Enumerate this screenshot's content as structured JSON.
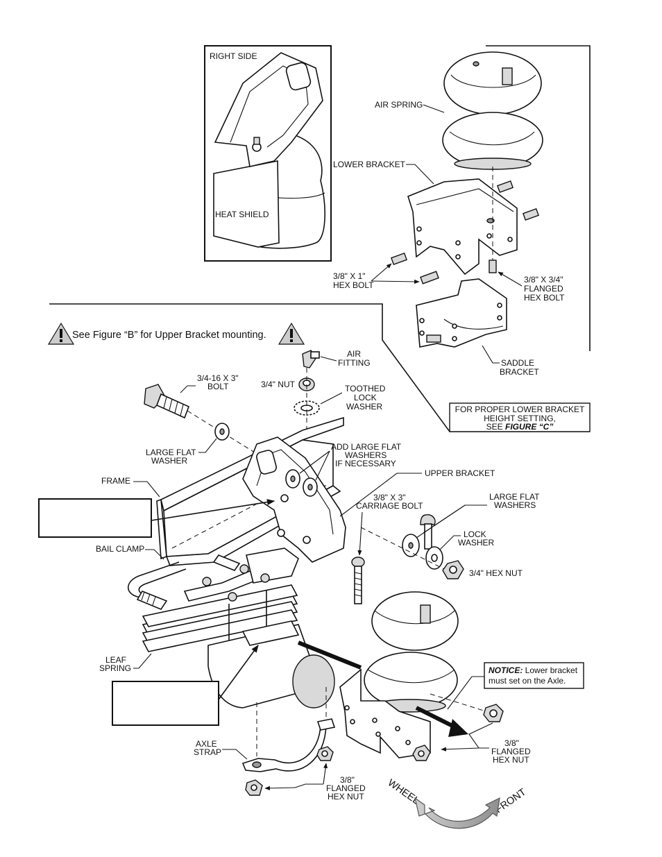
{
  "labels": {
    "right_side": "RIGHT SIDE",
    "heat_shield": "HEAT SHIELD",
    "air_spring": "AIR SPRING",
    "lower_bracket": "LOWER BRACKET",
    "hex_bolt_1": [
      "3/8\" X 1\"",
      "HEX BOLT"
    ],
    "flanged_bolt": [
      "3/8\" X 3/4\"",
      "FLANGED",
      "HEX BOLT"
    ],
    "saddle_bracket": [
      "SADDLE",
      "BRACKET"
    ],
    "note_fig_c": [
      "FOR PROPER LOWER BRACKET",
      "HEIGHT SETTING,",
      "SEE "
    ],
    "note_fig_c_ref": "FIGURE “C”",
    "see_fig_b": "See Figure “B” for Upper Bracket mounting.",
    "air_fitting": [
      "AIR",
      "FITTING"
    ],
    "bolt_3": [
      "3/4-16 X 3\"",
      "BOLT"
    ],
    "nut_34": "3/4\" NUT",
    "toothed_washer": [
      "TOOTHED",
      "LOCK",
      "WASHER"
    ],
    "large_flat_washer": [
      "LARGE FLAT",
      "WASHER"
    ],
    "add_washers": [
      "ADD LARGE FLAT",
      "WASHERS",
      "IF NECESSARY"
    ],
    "frame": "FRAME",
    "upper_bracket": "UPPER BRACKET",
    "carriage_bolt": [
      "3/8\" X 3\"",
      "CARRIAGE BOLT"
    ],
    "large_flat_washers": [
      "LARGE FLAT",
      "WASHERS"
    ],
    "lock_washer": [
      "LOCK",
      "WASHER"
    ],
    "hex_nut_34": "3/4\" HEX NUT",
    "bail_clamp": "BAIL CLAMP",
    "leaf_spring": [
      "LEAF",
      "SPRING"
    ],
    "notice_bold": "NOTICE:",
    "notice_rest": " Lower bracket",
    "notice_line2": "must set on the Axle.",
    "axle_strap": [
      "AXLE",
      "STRAP"
    ],
    "flanged_nut_a": [
      "3/8\"",
      "FLANGED",
      "HEX NUT"
    ],
    "flanged_nut_b": [
      "3/8\"",
      "FLANGED",
      "HEX NUT"
    ],
    "wheel": "WHEEL",
    "front": "FRONT"
  },
  "colors": {
    "ink": "#111111",
    "fill_light": "#d9d9d9",
    "fill_dark": "#9a9a9a",
    "caution_yellow": "#cccccc",
    "arrow_gray": "#aaaaaa"
  },
  "icons": [
    "caution-triangle-icon",
    "direction-arrow-icon"
  ]
}
